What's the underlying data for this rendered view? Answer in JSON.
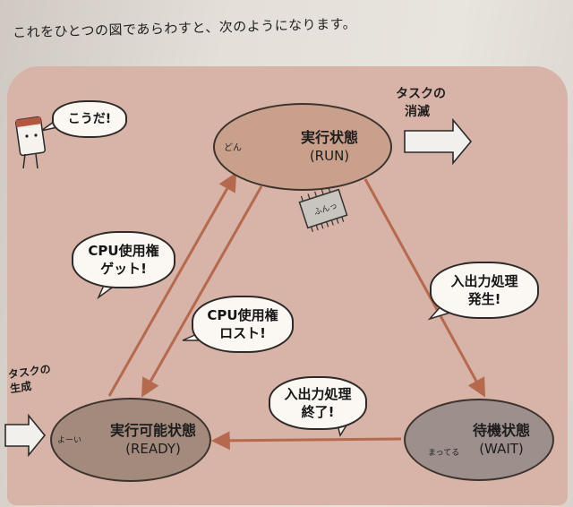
{
  "intro": "これをひとつの図であらわすと、次のようになります。",
  "states": {
    "run": {
      "name": "実行状態",
      "en": "(RUN)"
    },
    "ready": {
      "name": "実行可能状態",
      "en": "(READY)"
    },
    "wait": {
      "name": "待機状態",
      "en": "(WAIT)"
    }
  },
  "bubbles": {
    "kouda": "こうだ!",
    "get_line1": "CPU使用権",
    "get_line2": "ゲット!",
    "lost_line1": "CPU使用権",
    "lost_line2": "ロスト!",
    "io_start_line1": "入出力処理",
    "io_start_line2": "発生!",
    "io_end_line1": "入出力処理",
    "io_end_line2": "終了!"
  },
  "side_labels": {
    "vanish_line1": "タスクの",
    "vanish_line2": "消滅",
    "create_line1": "タスクの",
    "create_line2": "生成"
  },
  "sound_effects": {
    "don": "どん",
    "yoi": "よーい",
    "matteru": "まってる",
    "cpu_chip": "ふんっ"
  },
  "colors": {
    "panel": "#d7b3a8",
    "arrow": "#b56a4e",
    "run_fill": "#c9a08c",
    "ready_fill": "#a48a7d",
    "wait_fill": "#9c8f8c"
  }
}
